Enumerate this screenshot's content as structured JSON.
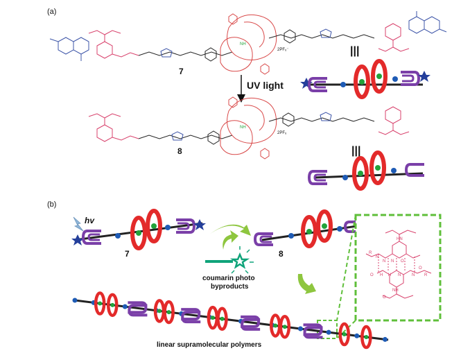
{
  "panels": {
    "a_label": "(a)",
    "b_label": "(b)"
  },
  "compounds": {
    "c7": "7",
    "c8": "8",
    "c7b": "7",
    "c8b": "8",
    "counterion_7": "2PF₆⁻",
    "counterion_8": "2PF₆"
  },
  "labels": {
    "uv_light": "UV light",
    "hv": "hv",
    "coumarin_line1": "coumarin photo",
    "coumarin_line2": "byproducts",
    "polymers": "linear supramolecular polymers",
    "equiv": "|||"
  },
  "colors": {
    "red_ring": "#e32a2a",
    "purple_clip": "#7a3fa8",
    "blue_bead": "#1e5bb5",
    "blue_star": "#243f9b",
    "green_core": "#22a23a",
    "green_arrow": "#8ec63f",
    "green_star": "#10a37a",
    "dash_box": "#5fbf3a",
    "chem_blue": "#3d55a8",
    "chem_pink": "#d8406b",
    "chem_red": "#d94a4a"
  }
}
